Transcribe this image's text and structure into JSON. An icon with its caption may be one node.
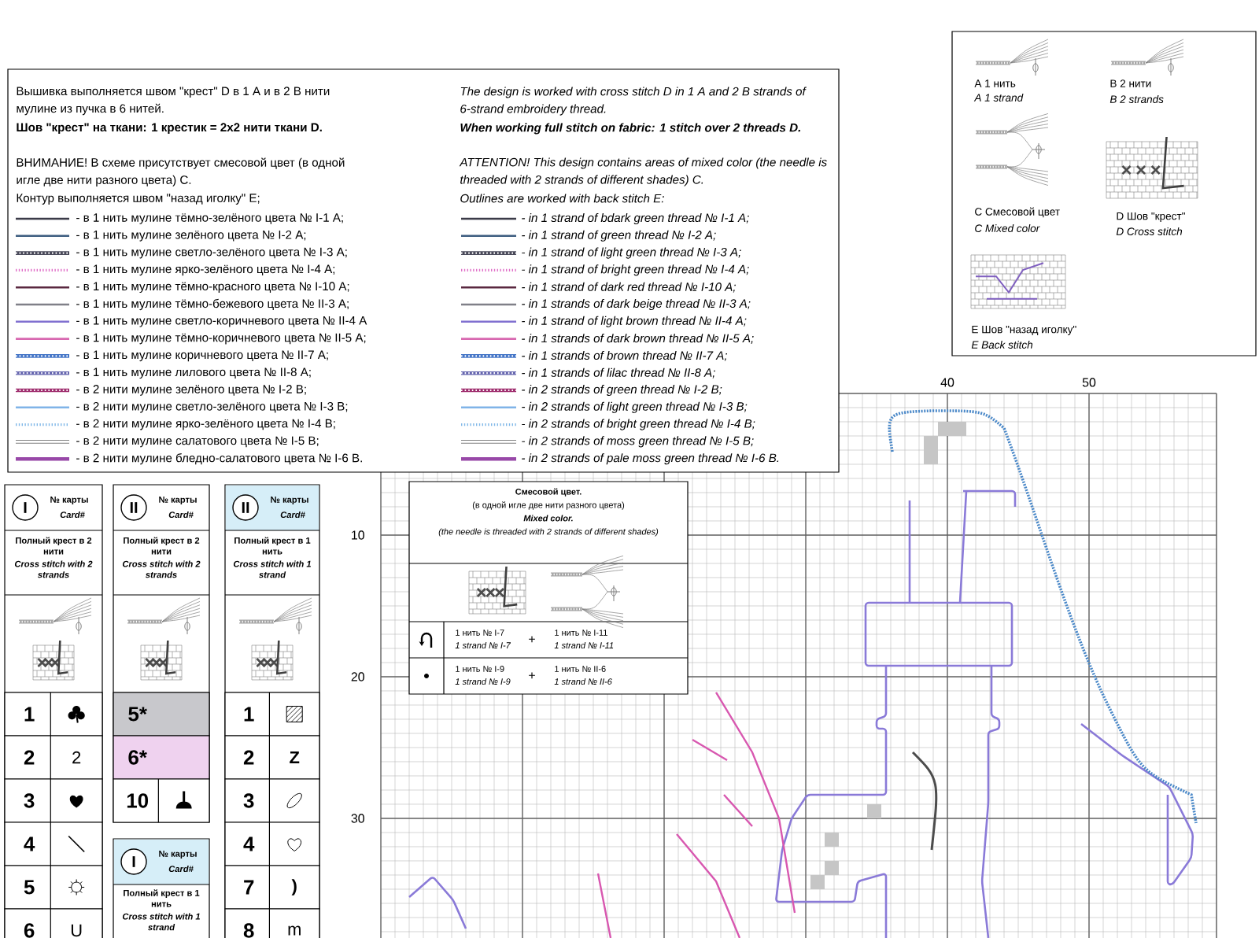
{
  "diagram": {
    "nodes": [
      {
        "text": [
          "Вышивка выполняется швом \"крест\" D в 1 A и в 2 B нити мулине из пучка в 6 нитей.",
          "Шов \"крест\" на ткани: 1 крестик = 2x2 нити ткани D.",
          "ВНИМАНИЕ! В схеме присутствует смесовой цвет (в одной игле две нити разного цвета) C.",
          "Контур выполняется швом \"назад иголку\" E;",
          "The design is worked with cross stitch D in 1 A and 2 B strands of 6-strand embroidery thread.",
          "When working full stitch on fabric: 1 stitch over 2 threads D.",
          "ATTENTION! This design contains areas of mixed color (the needle is threaded with 2 strands of different shades) C.",
          "Outlines are worked with back stitch E:"
        ]
      },
      {
        "text": [
          "A 1 нить",
          "A 1 strand",
          "B 2 нити",
          "B 2 strands",
          "C Смесовой цвет",
          "C Mixed color",
          "D Шов \"крест\"",
          "D Cross stitch",
          "E Шов \"назад иголку\"",
          "E Back stitch"
        ]
      },
      {
        "text": [
          "I",
          "№ карты",
          "Card#",
          "Полный крест в 2 нити",
          "Cross stitch with 2 strands"
        ]
      },
      {
        "text": [
          "1"
        ],
        "in": 2
      },
      {
        "text": [
          "2",
          "2"
        ],
        "in": 2
      },
      {
        "text": [
          "3"
        ],
        "in": 2
      },
      {
        "text": [
          "4"
        ],
        "in": 2
      },
      {
        "text": [
          "5"
        ],
        "in": 2
      },
      {
        "text": [
          "6",
          "U"
        ],
        "in": 2
      },
      {
        "text": [
          "II",
          "№ карты",
          "Card#",
          "Полный крест в 2 нити",
          "Cross stitch with 2 strands"
        ]
      },
      {
        "text": [
          "5*"
        ],
        "in": 9
      },
      {
        "text": [
          "6*"
        ],
        "in": 9
      },
      {
        "text": [
          "10"
        ],
        "in": 9
      },
      {
        "text": [
          "II",
          "№ карты",
          "Card#",
          "Полный крест в 1 нить",
          "Cross stitch with 1 strand"
        ]
      },
      {
        "text": [
          "1"
        ],
        "in": 13
      },
      {
        "text": [
          "2",
          "Z"
        ],
        "in": 13
      },
      {
        "text": [
          "3"
        ],
        "in": 13
      },
      {
        "text": [
          "4"
        ],
        "in": 13
      },
      {
        "text": [
          "7",
          ")"
        ],
        "in": 13
      },
      {
        "text": [
          "8",
          "m"
        ],
        "in": 13
      },
      {
        "text": [
          "I",
          "№ карты",
          "Card#",
          "Полный крест в 1 нить",
          "Cross stitch with 1 strand"
        ]
      },
      {
        "text": [
          "Смесовой цвет.",
          "(в одной игле две нити разного цвета)",
          "Mixed color.",
          "(the needle is threaded with 2 strands of different shades)",
          "1 нить № I-7",
          "1 strand № I-7",
          "+",
          "1 нить № I-11",
          "1 strand № I-11",
          "1 нить № I-9",
          "1 strand № I-9",
          "+",
          "1 нить № II-6",
          "1 strand № II-6"
        ]
      }
    ],
    "labels": [
      "40",
      "50",
      "10",
      "20",
      "30"
    ],
    "legend": [
      {
        "text": "- в 1 нить мулине тёмно-зелёного цвета № I-1 A;"
      },
      {
        "text": "- в 1 нить мулине зелёного цвета № I-2 A;"
      },
      {
        "text": "- в 1 нить мулине светло-зелёного цвета № I-3 A;"
      },
      {
        "text": "- в 1 нить мулине ярко-зелёного цвета № I-4 A;"
      },
      {
        "text": "- в 1 нить мулине тёмно-красного цвета № I-10 A;"
      },
      {
        "text": "- в 1 нить мулине тёмно-бежевого цвета № II-3 A;"
      },
      {
        "text": "- в 1 нить мулине светло-коричневого цвета № II-4 A"
      },
      {
        "text": "- в 1 нить мулине тёмно-коричневого цвета № II-5 A;"
      },
      {
        "text": "- в 1 нить мулине коричневого цвета № II-7 A;"
      },
      {
        "text": "- в 1 нить мулине лилового цвета № II-8 A;"
      },
      {
        "text": "- в 2 нити мулине зелёного цвета № I-2 B;"
      },
      {
        "text": "- в 2 нити мулине светло-зелёного цвета № I-3 B;"
      },
      {
        "text": "- в 2 нити мулине ярко-зелёного цвета № I-4 B;"
      },
      {
        "text": "- в 2 нити мулине салатового цвета № I-5 B;"
      },
      {
        "text": "- в 2 нити мулине бледно-салатового цвета № I-6 B."
      },
      {
        "text": "- in 1 strand of bdark green thread № I-1 A;"
      },
      {
        "text": "- in 1 strand of green thread № I-2 A;"
      },
      {
        "text": "- in 1 strand of light green thread № I-3 A;"
      },
      {
        "text": "- in 1 strand of bright green thread № I-4 A;"
      },
      {
        "text": "- in 1 strand of dark red thread № I-10 A;"
      },
      {
        "text": "- in 1 strands of dark beige thread № II-3 A;"
      },
      {
        "text": "- in 1 strand of light brown thread № II-4 A;"
      },
      {
        "text": "- in 1 strands of dark brown thread № II-5 A;"
      },
      {
        "text": "- in 1 strands of brown thread № II-7 A;"
      },
      {
        "text": "- in 1 strands of lilac thread № II-8 A;"
      },
      {
        "text": "- in 2 strands of green thread № I-2 B;"
      },
      {
        "text": "- in 2 strands of light green thread № I-3 B;"
      },
      {
        "text": "- in 2 strands of bright green thread № I-4 B;"
      },
      {
        "text": "- in 2 strands of moss green thread № I-5 B;"
      },
      {
        "text": "- in 2 strands of pale moss green thread № I-6 B."
      }
    ]
  }
}
